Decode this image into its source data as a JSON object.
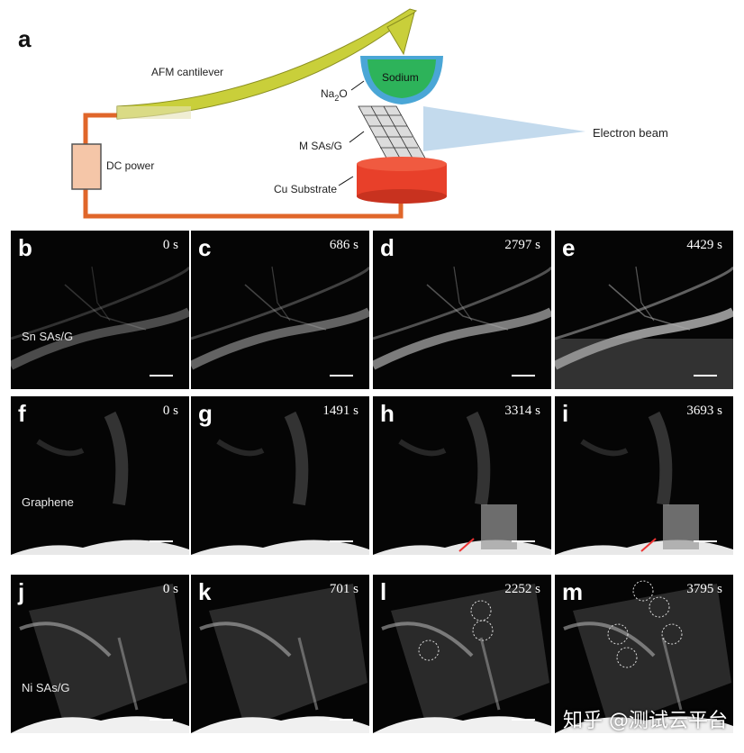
{
  "figure": {
    "label": "a",
    "schematic": {
      "afm_cantilever": "AFM cantilever",
      "dc_power": "DC power",
      "sodium": "Sodium",
      "na2o_main": "Na",
      "na2o_sub": "2",
      "na2o_tail": "O",
      "m_sas_g": "M SAs/G",
      "cu_substrate": "Cu Substrate",
      "electron_beam": "Electron beam"
    }
  },
  "rows": [
    {
      "sample": "Sn SAs/G",
      "panels": [
        {
          "label": "b",
          "time": "0 s"
        },
        {
          "label": "c",
          "time": "686 s"
        },
        {
          "label": "d",
          "time": "2797 s"
        },
        {
          "label": "e",
          "time": "4429 s"
        }
      ]
    },
    {
      "sample": "Graphene",
      "panels": [
        {
          "label": "f",
          "time": "0 s"
        },
        {
          "label": "g",
          "time": "1491 s"
        },
        {
          "label": "h",
          "time": "3314 s"
        },
        {
          "label": "i",
          "time": "3693 s"
        }
      ]
    },
    {
      "sample": "Ni SAs/G",
      "panels": [
        {
          "label": "j",
          "time": "0 s"
        },
        {
          "label": "k",
          "time": "701 s"
        },
        {
          "label": "l",
          "time": "2252 s"
        },
        {
          "label": "m",
          "time": "3795 s"
        }
      ]
    }
  ],
  "watermark": "知乎 @测试云平台",
  "colors": {
    "cantilever": "#c9cf3a",
    "wire": "#e0662a",
    "power": "#f5c6a8",
    "sodium": "#2db35a",
    "na2o_shell": "#4aa6d6",
    "substrate": "#e8402a",
    "beam": "#b9d3ea"
  }
}
